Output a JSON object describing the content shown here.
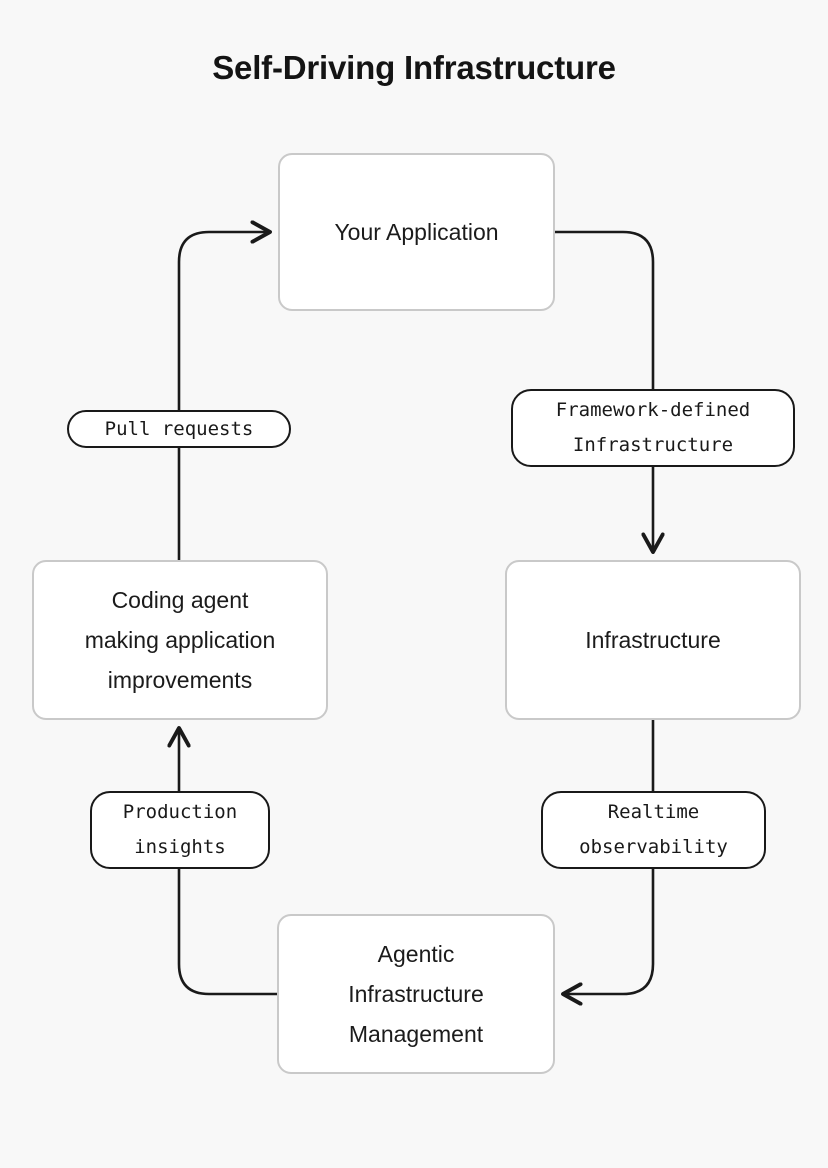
{
  "diagram": {
    "title": "Self-Driving Infrastructure",
    "type": "flowchart-cycle",
    "background_color": "#f8f8f8",
    "node_border_color": "#c9c9c9",
    "node_fill_color": "#ffffff",
    "edge_color": "#1a1a1a",
    "edge_label_border_color": "#191919",
    "nodes": [
      {
        "id": "your-application",
        "label": "Your Application"
      },
      {
        "id": "infrastructure",
        "label": "Infrastructure"
      },
      {
        "id": "agentic-management",
        "label": "Agentic\nInfrastructure\nManagement"
      },
      {
        "id": "coding-agent",
        "label": "Coding agent\nmaking application\nimprovements"
      }
    ],
    "edges": [
      {
        "id": "app-to-infrastructure",
        "from": "your-application",
        "to": "infrastructure",
        "label": "Framework-defined\nInfrastructure",
        "arrow": "down"
      },
      {
        "id": "infrastructure-to-agentic",
        "from": "infrastructure",
        "to": "agentic-management",
        "label": "Realtime\nobservability",
        "arrow": "left"
      },
      {
        "id": "agentic-to-coding-agent",
        "from": "agentic-management",
        "to": "coding-agent",
        "label": "Production\ninsights",
        "arrow": "up"
      },
      {
        "id": "coding-agent-to-app",
        "from": "coding-agent",
        "to": "your-application",
        "label": "Pull requests",
        "arrow": "right"
      }
    ]
  }
}
